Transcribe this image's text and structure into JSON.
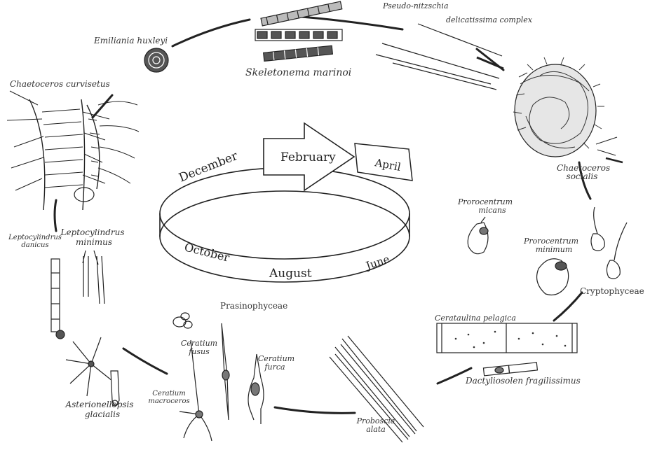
{
  "cycle": {
    "arrow_label": "February",
    "ring_labels": [
      "December",
      "April",
      "October",
      "August",
      "June"
    ]
  },
  "organisms": {
    "emiliania": "Emiliania huxleyi",
    "skeletonema": "Skeletonema marinoi",
    "pseudo_nitzschia_1": "Pseudo-nitzschia",
    "pseudo_nitzschia_2": "delicatissima complex",
    "chaetoceros_curvisetus": "Chaetoceros curvisetus",
    "chaetoceros_socialis_1": "Chaetoceros",
    "chaetoceros_socialis_2": "socialis",
    "prorocentrum_micans_1": "Prorocentrum",
    "prorocentrum_micans_2": "micans",
    "prorocentrum_minimum_1": "Prorocentrum",
    "prorocentrum_minimum_2": "minimum",
    "cryptophyceae": "Cryptophyceae",
    "cerataulina": "Cerataulina pelagica",
    "dactyliosolen": "Dactyliosolen fragilissimus",
    "proboscia_1": "Proboscia",
    "proboscia_2": "alata",
    "ceratium_furca_1": "Ceratium",
    "ceratium_furca_2": "furca",
    "ceratium_fusus_1": "Ceratium",
    "ceratium_fusus_2": "fusus",
    "ceratium_macroceros_1": "Ceratium",
    "ceratium_macroceros_2": "macroceros",
    "prasinophyceae": "Prasinophyceae",
    "asterionellopsis_1": "Asterionellopsis",
    "asterionellopsis_2": "glacialis",
    "leptocylindrus_danicus_1": "Leptocylindrus",
    "leptocylindrus_danicus_2": "danicus",
    "leptocylindrus_minimus_1": "Leptocylindrus",
    "leptocylindrus_minimus_2": "minimus"
  }
}
